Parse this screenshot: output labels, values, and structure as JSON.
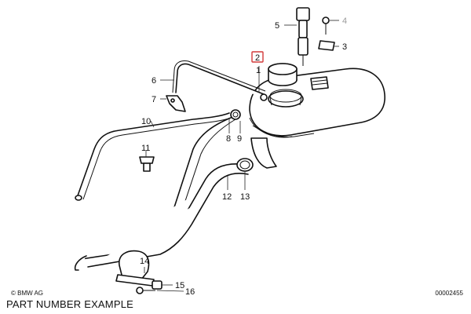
{
  "diagram": {
    "copyright": "© BMW AG",
    "diagram_code": "00002455",
    "caption": "PART NUMBER EXAMPLE",
    "highlighted_part": "2",
    "highlight_color": "#d23a3a",
    "callouts": [
      "1",
      "2",
      "3",
      "4",
      "5",
      "6",
      "7",
      "8",
      "9",
      "10",
      "11",
      "12",
      "13",
      "14",
      "15",
      "16"
    ]
  }
}
